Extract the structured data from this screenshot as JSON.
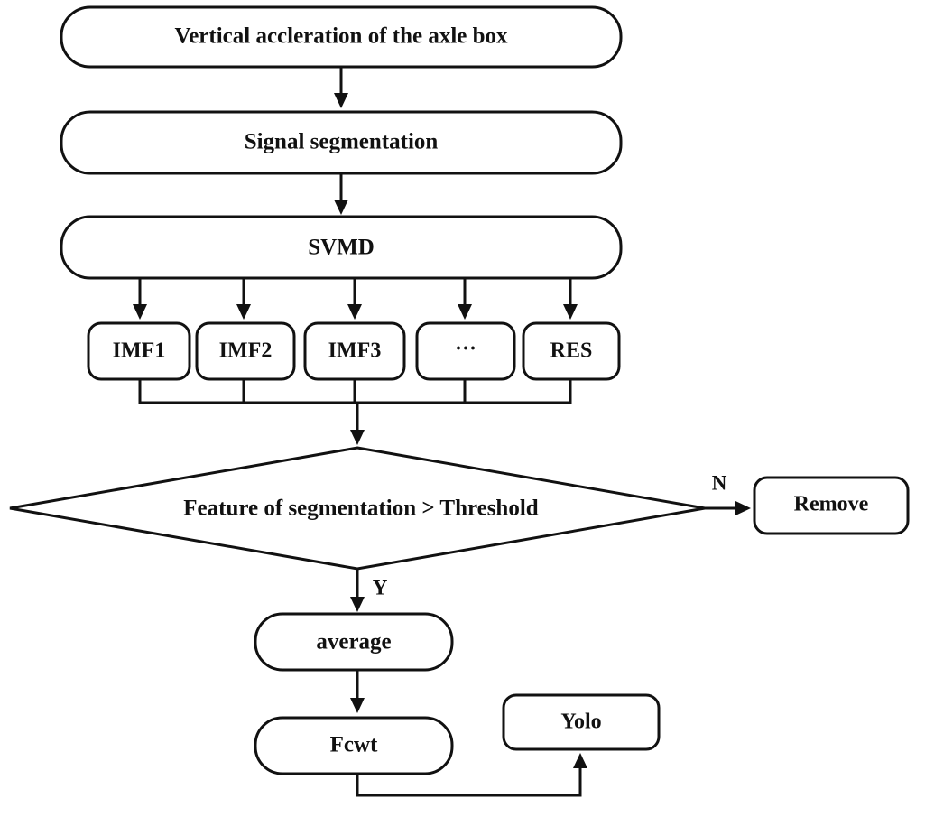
{
  "nodes": {
    "input": "Vertical accleration of the axle box",
    "segmentation": "Signal segmentation",
    "svmd": "SVMD",
    "imf1": "IMF1",
    "imf2": "IMF2",
    "imf3": "IMF3",
    "ellipsis": "···",
    "res": "RES",
    "decision": "Feature of segmentation > Threshold",
    "remove": "Remove",
    "average": "average",
    "fcwt": "Fcwt",
    "yolo": "Yolo"
  },
  "edge_labels": {
    "no": "N",
    "yes": "Y"
  }
}
